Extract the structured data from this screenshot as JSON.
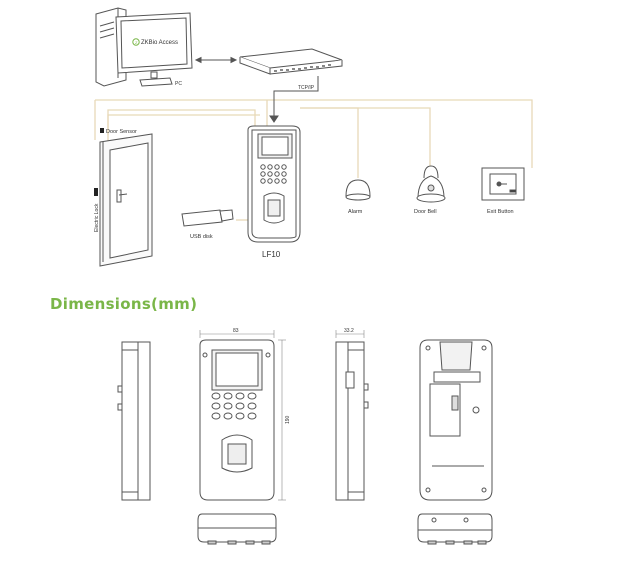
{
  "software_logo": "ZKBio Access",
  "labels": {
    "pc": "PC",
    "network": "TCP/IP",
    "door_sensor": "Door Sensor",
    "electric_lock": "Electric Lock",
    "usb_disk": "USB disk",
    "alarm": "Alarm",
    "door_bell": "Door Bell",
    "exit_button": "Exit Button",
    "device_model": "LF10"
  },
  "dimensions": {
    "title": "Dimensions(mm)",
    "width": "83",
    "depth": "33.2",
    "height": "190"
  },
  "colors": {
    "heading": "#7ab648",
    "line": "#555555",
    "wire": "#e8d9b8",
    "logo": "#7ab648"
  }
}
